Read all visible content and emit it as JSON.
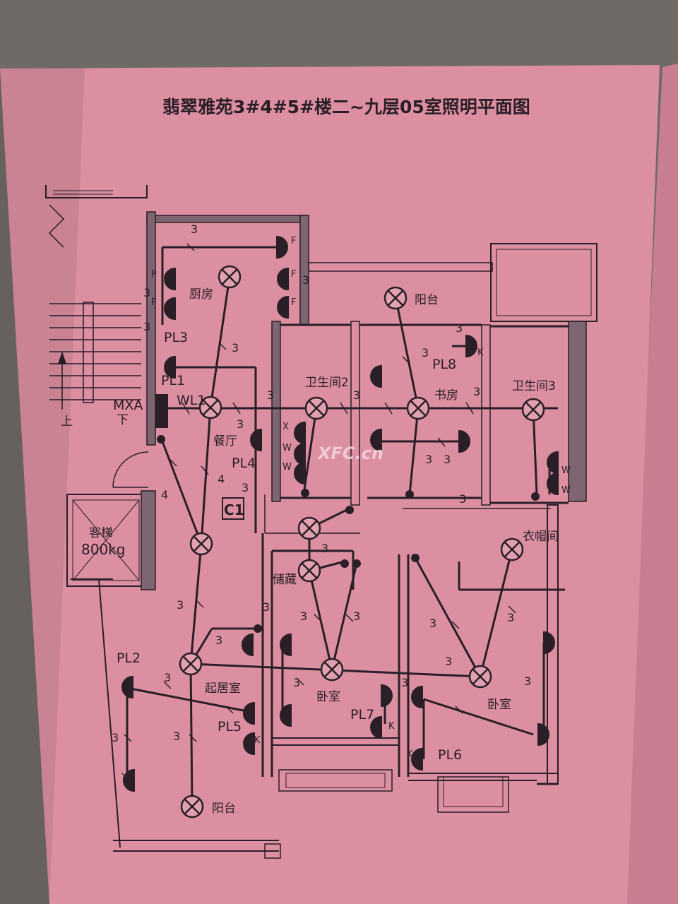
{
  "title": "翡翠雅苑3#4#5#楼二~九层05室照明平面图",
  "colors": {
    "paper": "#dc8fa0",
    "ink": "#2a1f26",
    "wall_fill": "#7d6670",
    "background": "#6f6a66"
  },
  "rooms": {
    "kitchen": "厨房",
    "dining": "餐厅",
    "bath2": "卫生间2",
    "balcony_top": "阳台",
    "study": "书房",
    "bath3": "卫生间3",
    "storage": "储藏",
    "cloakroom": "衣帽间",
    "living": "起居室",
    "bedroom_a": "卧室",
    "bedroom_b": "卧室",
    "balcony_bottom": "阳台",
    "elevator": "客梯",
    "elevator_capacity": "800kg",
    "stair_up": "上",
    "stair_down": "下"
  },
  "labels": {
    "pl1": "PL1",
    "pl2": "PL2",
    "pl3": "PL3",
    "pl4": "PL4",
    "pl5": "PL5",
    "pl6": "PL6",
    "pl7": "PL7",
    "pl8": "PL8",
    "wl1": "WL1",
    "mxa": "MXA",
    "c1": "C1"
  },
  "socket_marks": {
    "p": "P",
    "f1": "F",
    "f2": "F",
    "f3": "F",
    "f4": "F",
    "x": "X",
    "w1": "W",
    "w2": "W",
    "w3": "W",
    "w4": "W",
    "k1": "K",
    "k2": "K",
    "k3": "K",
    "k4": "K",
    "y": "Y"
  },
  "wire_counts": {
    "a": "3",
    "b": "3",
    "c": "3",
    "d": "3",
    "e": "3",
    "f": "3",
    "g": "3",
    "h": "3",
    "i": "3",
    "j": "3",
    "k": "3",
    "l": "4",
    "m": "4",
    "n": "3",
    "o": "3",
    "p": "3",
    "q": "3",
    "r": "3",
    "s": "3",
    "t": "3",
    "u": "3",
    "v": "3",
    "w": "3",
    "x": "3",
    "y": "3",
    "z": "3",
    "aa": "3",
    "ab": "3",
    "ac": "3",
    "ad": "3",
    "ae": "3",
    "af": "3"
  },
  "watermark": "XFC.cn"
}
